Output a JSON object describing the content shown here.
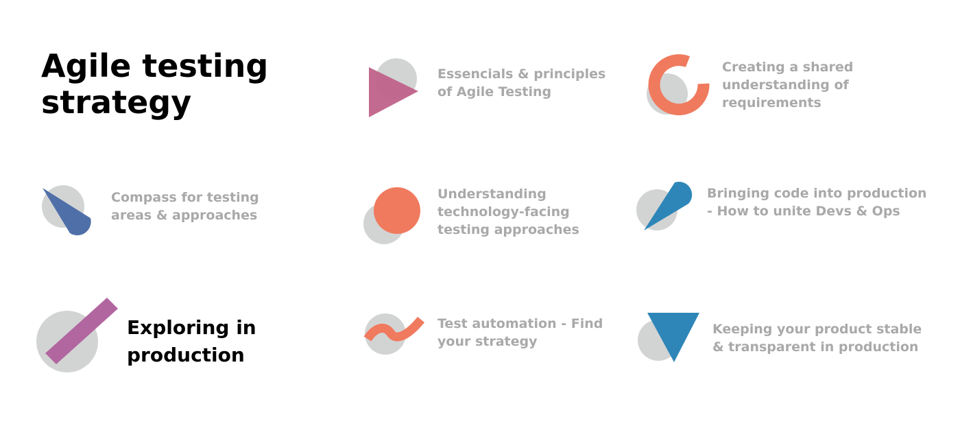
{
  "title": {
    "line1": "Agile testing",
    "line2": "strategy"
  },
  "topics": [
    {
      "id": "essentials",
      "lines": [
        "Essencials & principles",
        "of Agile Testing"
      ],
      "icon": "triangle-play-icon",
      "color": "#c0628a"
    },
    {
      "id": "shared-understanding",
      "lines": [
        "Creating a shared",
        "understanding of",
        "requirements"
      ],
      "icon": "ring-arc-icon",
      "color": "#f07a5e"
    },
    {
      "id": "compass",
      "lines": [
        "Compass for testing",
        "areas & approaches"
      ],
      "icon": "comet-icon",
      "color": "#4f6fa8"
    },
    {
      "id": "technology-facing",
      "lines": [
        "Understanding",
        "technology-facing",
        "testing approaches"
      ],
      "icon": "circle-icon",
      "color": "#f07a5e"
    },
    {
      "id": "devs-ops",
      "lines": [
        "Bringing code into production",
        "- How to unite Devs & Ops"
      ],
      "icon": "drop-icon",
      "color": "#2e86b8"
    },
    {
      "id": "exploring",
      "lines": [
        "Exploring in",
        "production"
      ],
      "icon": "bar-icon",
      "color": "#b266a0",
      "active": true
    },
    {
      "id": "automation",
      "lines": [
        "Test automation - Find",
        "your strategy"
      ],
      "icon": "wave-icon",
      "color": "#f07a5e"
    },
    {
      "id": "stable",
      "lines": [
        "Keeping your product stable",
        "& transparent in production"
      ],
      "icon": "down-triangle-icon",
      "color": "#2e86b8"
    }
  ],
  "colors": {
    "background_circle": "#d2d4d4",
    "label_text": "#a9a9a9",
    "active_text": "#000000"
  }
}
